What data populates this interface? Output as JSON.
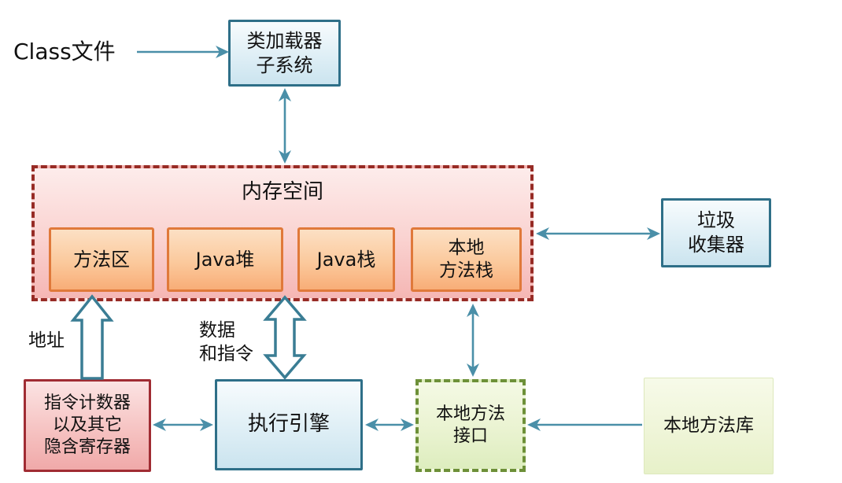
{
  "nodes": {
    "class_file_label": "Class文件",
    "class_loader": "类加载器\n子系统",
    "memory_space_title": "内存空间",
    "method_area": "方法区",
    "java_heap": "Java堆",
    "java_stack": "Java栈",
    "native_method_stack": "本地\n方法栈",
    "garbage_collector": "垃圾\n收集器",
    "instruction_counter": "指令计数器\n以及其它\n隐含寄存器",
    "execution_engine": "执行引擎",
    "native_method_interface": "本地方法\n接口",
    "native_method_library": "本地方法库"
  },
  "edge_labels": {
    "address": "地址",
    "data_and_instructions": "数据\n和指令"
  },
  "colors": {
    "background": "#ffffff",
    "thin_arrow": "#4a8fa8",
    "hollow_arrow_outline": "#3a7d94",
    "blue_box_border": "#2e6f88",
    "blue_box_fill_top": "#f7fbfd",
    "blue_box_fill_bottom": "#cbe4ef",
    "memory_dashed_border": "#972b25",
    "memory_fill_top": "#fdeceb",
    "memory_fill_bottom": "#f5b6b4",
    "orange_box_border": "#e0793a",
    "orange_box_fill_top": "#fce0c4",
    "orange_box_fill_bottom": "#f8ad77",
    "red_box_border": "#a02c33",
    "red_box_fill_top": "#fbe3e3",
    "red_box_fill_bottom": "#f0a9a9",
    "green_dashed_border": "#6d9038",
    "green_box_fill_top": "#f4f9e4",
    "green_box_fill_bottom": "#ddedbe",
    "library_fill_top": "#f7fae9",
    "library_fill_bottom": "#e7f1c9",
    "text": "#111111"
  }
}
